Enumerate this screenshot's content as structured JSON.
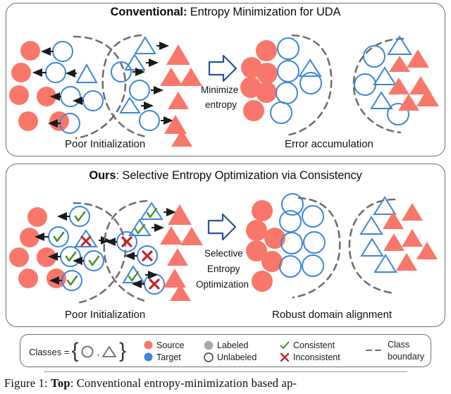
{
  "figure": {
    "caption_prefix": "Figure 1:",
    "caption_bold": "Top",
    "caption_text": ": Conventional entropy-minimization based ap-"
  },
  "panels": [
    {
      "id": "top",
      "title_bold": "Conventional:",
      "title_rest": " Entropy Minimization for UDA",
      "left_label": "Poor Initialization",
      "right_label": "Error accumulation",
      "transition_label": [
        "Minimize",
        "entropy"
      ]
    },
    {
      "id": "bottom",
      "title_bold": "Ours",
      "title_rest": ": Selective Entropy Optimization via Consistency",
      "left_label": "Poor Initialization",
      "right_label": "Robust domain alignment",
      "transition_label": [
        "Selective",
        "Entropy",
        "Optimization"
      ]
    }
  ],
  "legend": {
    "classes_label": "Classes =",
    "class_shapes": [
      "circle",
      "triangle"
    ],
    "comma": ",",
    "items": [
      {
        "glyph": "filled-circle-source",
        "label": "Source",
        "color": "#f8776a"
      },
      {
        "glyph": "filled-circle-target",
        "label": "Target",
        "color": "#3d85d8"
      },
      {
        "glyph": "filled-circle-gray",
        "label": "Labeled",
        "color": "#a6a6a6"
      },
      {
        "glyph": "hollow-circle",
        "label": "Unlabeled",
        "color": "#ffffff"
      },
      {
        "glyph": "check-icon",
        "label": "Consistent",
        "color": "#4a8f2e"
      },
      {
        "glyph": "cross-icon",
        "label": "Inconsistent",
        "color": "#c0232a"
      },
      {
        "glyph": "dashed-line-icon",
        "label": "Class boundary",
        "label_line1": "Class",
        "label_line2": "boundary",
        "color": "#6e6e6e"
      }
    ]
  },
  "colors": {
    "source_fill": "#f8776a",
    "target_stroke": "#3d85d8",
    "boundary_dash": "#6e6e6e",
    "arrow_black": "#1a1a1a",
    "arrow_outline_blue": "#2b4f9e",
    "check_green": "#4a8f2e",
    "cross_red": "#c0232a",
    "panel_border": "#6e6e6e"
  },
  "chart_data": {
    "type": "scatter",
    "title": "Conventional vs Ours: Entropy optimization for UDA",
    "groups": [
      {
        "name": "top-left-poor-init",
        "panel": "top",
        "stage": "before",
        "source_circles": [
          [
            43,
            72
          ],
          [
            30,
            103
          ],
          [
            27,
            135
          ],
          [
            66,
            137
          ],
          [
            40,
            172
          ],
          [
            84,
            172
          ]
        ],
        "target_circles": [
          [
            89,
            73
          ],
          [
            79,
            103
          ],
          [
            100,
            137
          ],
          [
            132,
            143
          ],
          [
            99,
            175
          ]
        ],
        "target_triangles": [
          [
            123,
            105
          ]
        ],
        "arrows": [
          {
            "from": [
              78,
              73
            ],
            "to": [
              62,
              73
            ]
          },
          {
            "from": [
              68,
              103
            ],
            "to": [
              48,
              103
            ]
          },
          {
            "from": [
              111,
              103
            ],
            "to": [
              95,
              103
            ]
          },
          {
            "from": [
              89,
              137
            ],
            "to": [
              71,
              137
            ]
          },
          {
            "from": [
              121,
              143
            ],
            "to": [
              105,
              143
            ]
          },
          {
            "from": [
              88,
              175
            ],
            "to": [
              70,
              175
            ]
          }
        ]
      },
      {
        "name": "top-mid-cluster",
        "panel": "top",
        "stage": "before",
        "target_circles": [
          [
            172,
            102
          ],
          [
            198,
            128
          ],
          [
            212,
            171
          ]
        ],
        "target_triangles": [
          [
            208,
            64
          ],
          [
            193,
            89
          ],
          [
            185,
            150
          ]
        ],
        "source_triangles": [
          [
            253,
            78
          ],
          [
            243,
            111
          ],
          [
            270,
            111
          ],
          [
            253,
            145
          ],
          [
            249,
            178
          ],
          [
            258,
            198
          ]
        ],
        "arrows": [
          {
            "from": [
              223,
              64
            ],
            "to": [
              238,
              64
            ]
          },
          {
            "from": [
              208,
              89
            ],
            "to": [
              223,
              89
            ]
          },
          {
            "from": [
              183,
              102
            ],
            "to": [
              199,
              102
            ]
          },
          {
            "from": [
              209,
              128
            ],
            "to": [
              224,
              128
            ]
          },
          {
            "from": [
              198,
              150
            ],
            "to": [
              213,
              150
            ]
          },
          {
            "from": [
              223,
              171
            ],
            "to": [
              238,
              171
            ]
          }
        ]
      },
      {
        "name": "top-right-error",
        "panel": "top",
        "stage": "after",
        "source_circles": [
          [
            376,
            73
          ],
          [
            357,
            96
          ],
          [
            377,
            104
          ],
          [
            356,
            124
          ],
          [
            377,
            131
          ],
          [
            360,
            155
          ]
        ],
        "target_circles": [
          [
            408,
            68
          ],
          [
            408,
            100
          ],
          [
            440,
            117
          ],
          [
            406,
            131
          ],
          [
            398,
            158
          ]
        ],
        "target_triangles": [
          [
            438,
            88
          ]
        ]
      },
      {
        "name": "top-far-right",
        "panel": "top",
        "stage": "after",
        "target_circles": [
          [
            531,
            78
          ],
          [
            518,
            118
          ],
          [
            565,
            162
          ]
        ],
        "target_triangles": [
          [
            565,
            60
          ],
          [
            545,
            107
          ],
          [
            540,
            140
          ]
        ],
        "source_triangles": [
          [
            567,
            89
          ],
          [
            592,
            82
          ],
          [
            597,
            120
          ],
          [
            566,
            122
          ],
          [
            580,
            145
          ],
          [
            605,
            137
          ]
        ]
      },
      {
        "name": "bottom-left-poor-init",
        "panel": "bottom",
        "stage": "before",
        "source_circles": [
          [
            53,
            308
          ],
          [
            42,
            337
          ],
          [
            27,
            365
          ],
          [
            66,
            365
          ],
          [
            40,
            395
          ],
          [
            80,
            395
          ]
        ],
        "target_circles_check": [
          [
            113,
            307
          ],
          [
            83,
            336
          ],
          [
            100,
            364
          ],
          [
            133,
            370
          ],
          [
            102,
            398
          ]
        ],
        "target_triangles_cross": [
          [
            122,
            341
          ]
        ],
        "arrows": [
          {
            "from": [
              101,
              307
            ],
            "to": [
              85,
              307
            ]
          },
          {
            "from": [
              72,
              336
            ],
            "to": [
              52,
              336
            ]
          },
          {
            "from": [
              88,
              364
            ],
            "to": [
              70,
              364
            ]
          },
          {
            "from": [
              122,
              370
            ],
            "to": [
              106,
              370
            ]
          },
          {
            "from": [
              91,
              398
            ],
            "to": [
              73,
              398
            ]
          },
          {
            "from": [
              140,
              341
            ],
            "to": [
              155,
              341
            ]
          }
        ]
      },
      {
        "name": "bottom-mid-cluster",
        "panel": "bottom",
        "stage": "before",
        "target_circles_cross": [
          [
            180,
            343
          ],
          [
            209,
            363
          ],
          [
            219,
            403
          ]
        ],
        "target_triangles_check": [
          [
            217,
            300
          ],
          [
            200,
            322
          ],
          [
            190,
            390
          ]
        ],
        "source_triangles": [
          [
            255,
            305
          ],
          [
            243,
            336
          ],
          [
            271,
            337
          ],
          [
            252,
            365
          ],
          [
            248,
            395
          ],
          [
            255,
            417
          ]
        ],
        "arrows": [
          {
            "from": [
              232,
              300
            ],
            "to": [
              247,
              300
            ]
          },
          {
            "from": [
              215,
              322
            ],
            "to": [
              230,
              322
            ]
          },
          {
            "from": [
              168,
              343
            ],
            "to": [
              153,
              343
            ]
          },
          {
            "from": [
              196,
              363
            ],
            "to": [
              181,
              363
            ]
          },
          {
            "from": [
              205,
              390
            ],
            "to": [
              220,
              390
            ]
          },
          {
            "from": [
              206,
              403
            ],
            "to": [
              191,
              403
            ]
          }
        ]
      },
      {
        "name": "bottom-right-robust",
        "panel": "bottom",
        "stage": "after",
        "source_circles": [
          [
            372,
            299
          ],
          [
            364,
            327
          ],
          [
            388,
            338
          ],
          [
            364,
            355
          ],
          [
            385,
            370
          ],
          [
            372,
            397
          ]
        ],
        "target_circles": [
          [
            410,
            320
          ],
          [
            413,
            293
          ],
          [
            440,
            310
          ],
          [
            412,
            348
          ],
          [
            443,
            347
          ],
          [
            410,
            378
          ],
          [
            442,
            378
          ]
        ]
      },
      {
        "name": "bottom-far-right",
        "panel": "bottom",
        "stage": "after",
        "target_triangles": [
          [
            546,
            291
          ],
          [
            527,
            320
          ],
          [
            528,
            350
          ],
          [
            547,
            373
          ]
        ],
        "source_triangles": [
          [
            557,
            312
          ],
          [
            583,
            300
          ],
          [
            558,
            343
          ],
          [
            583,
            337
          ],
          [
            576,
            371
          ],
          [
            604,
            355
          ]
        ]
      }
    ]
  }
}
